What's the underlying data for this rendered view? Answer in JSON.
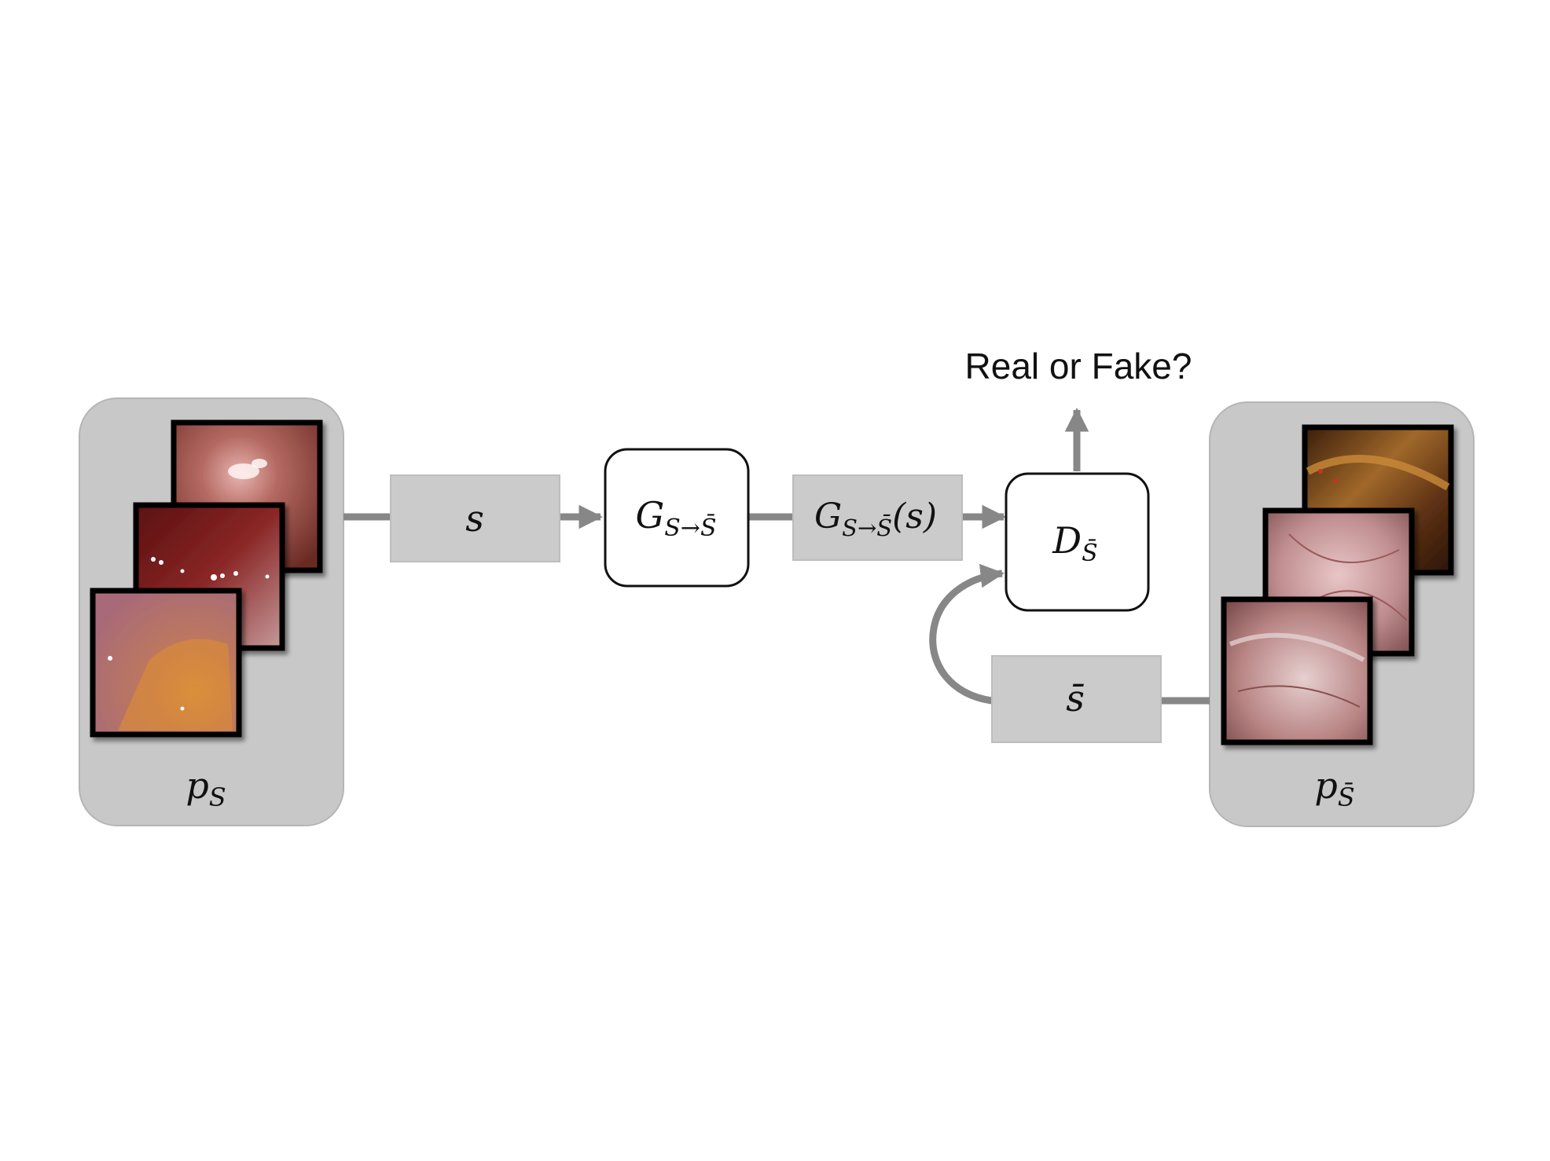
{
  "question": "Real or Fake?",
  "left_distribution": {
    "symbol": "p",
    "sub": "S"
  },
  "right_distribution": {
    "symbol": "p",
    "sub": "S̄"
  },
  "input_sample": {
    "symbol": "s"
  },
  "generator": {
    "symbol": "G",
    "sub": "S→S̄"
  },
  "generated_sample": {
    "symbol": "G",
    "sub": "S→S̄",
    "arg": "(s)"
  },
  "discriminator": {
    "symbol": "D",
    "sub": "S̄"
  },
  "real_sample": {
    "symbol": "s̄"
  },
  "colors": {
    "panel": "#c8c8c8",
    "label_box": "#cbcbcb",
    "connector": "#878787",
    "tissue": [
      "#b46a62",
      "#7c1e1e",
      "#c07a6a",
      "#5e3214",
      "#b98585",
      "#c9a0a0"
    ]
  },
  "icons": {
    "tile": "endoscopic-image-tile",
    "arrow": "arrow-icon"
  }
}
